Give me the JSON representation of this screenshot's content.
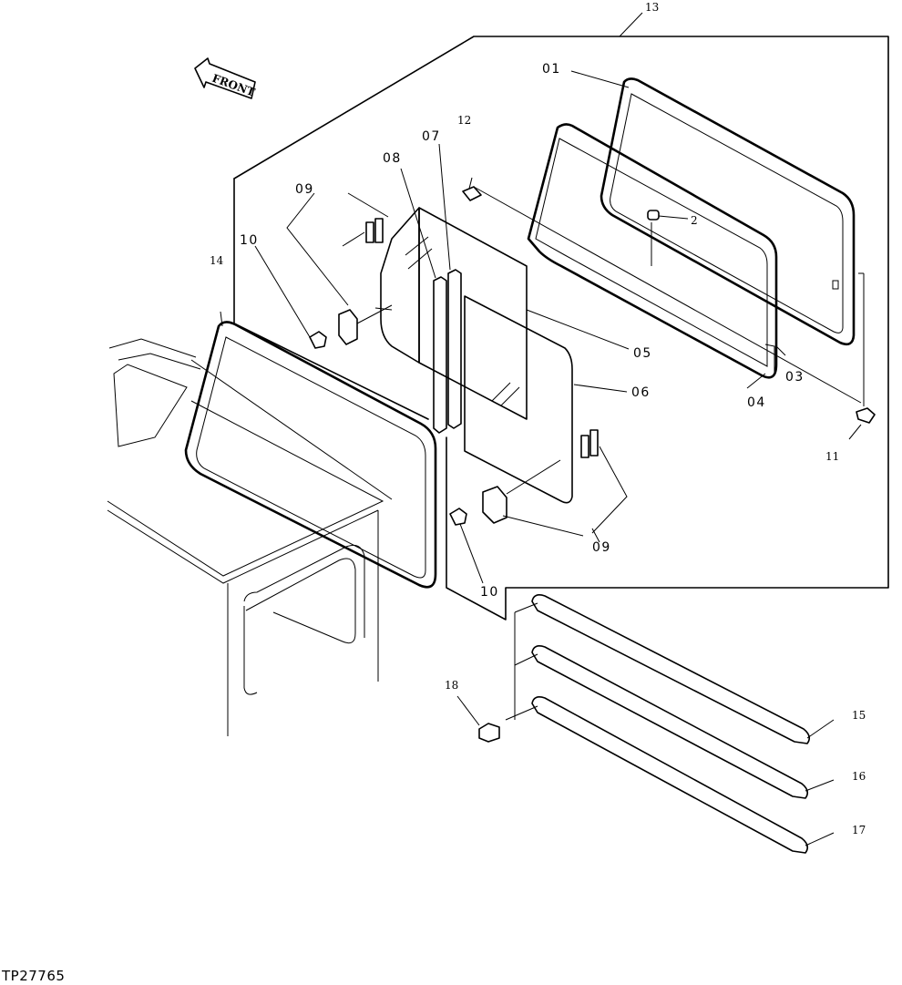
{
  "figure_id": "TP27765",
  "front_arrow_text": "FRONT",
  "labels": {
    "p01": "01",
    "p2": "2",
    "p03": "03",
    "p04": "04",
    "p05": "05",
    "p06": "06",
    "p07": "07",
    "p08": "08",
    "p09a": "09",
    "p09b": "09",
    "p10a": "10",
    "p10b": "10",
    "p11": "11",
    "p12": "12",
    "p13": "13",
    "p14": "14",
    "p15": "15",
    "p16": "16",
    "p17": "17",
    "p18": "18"
  }
}
